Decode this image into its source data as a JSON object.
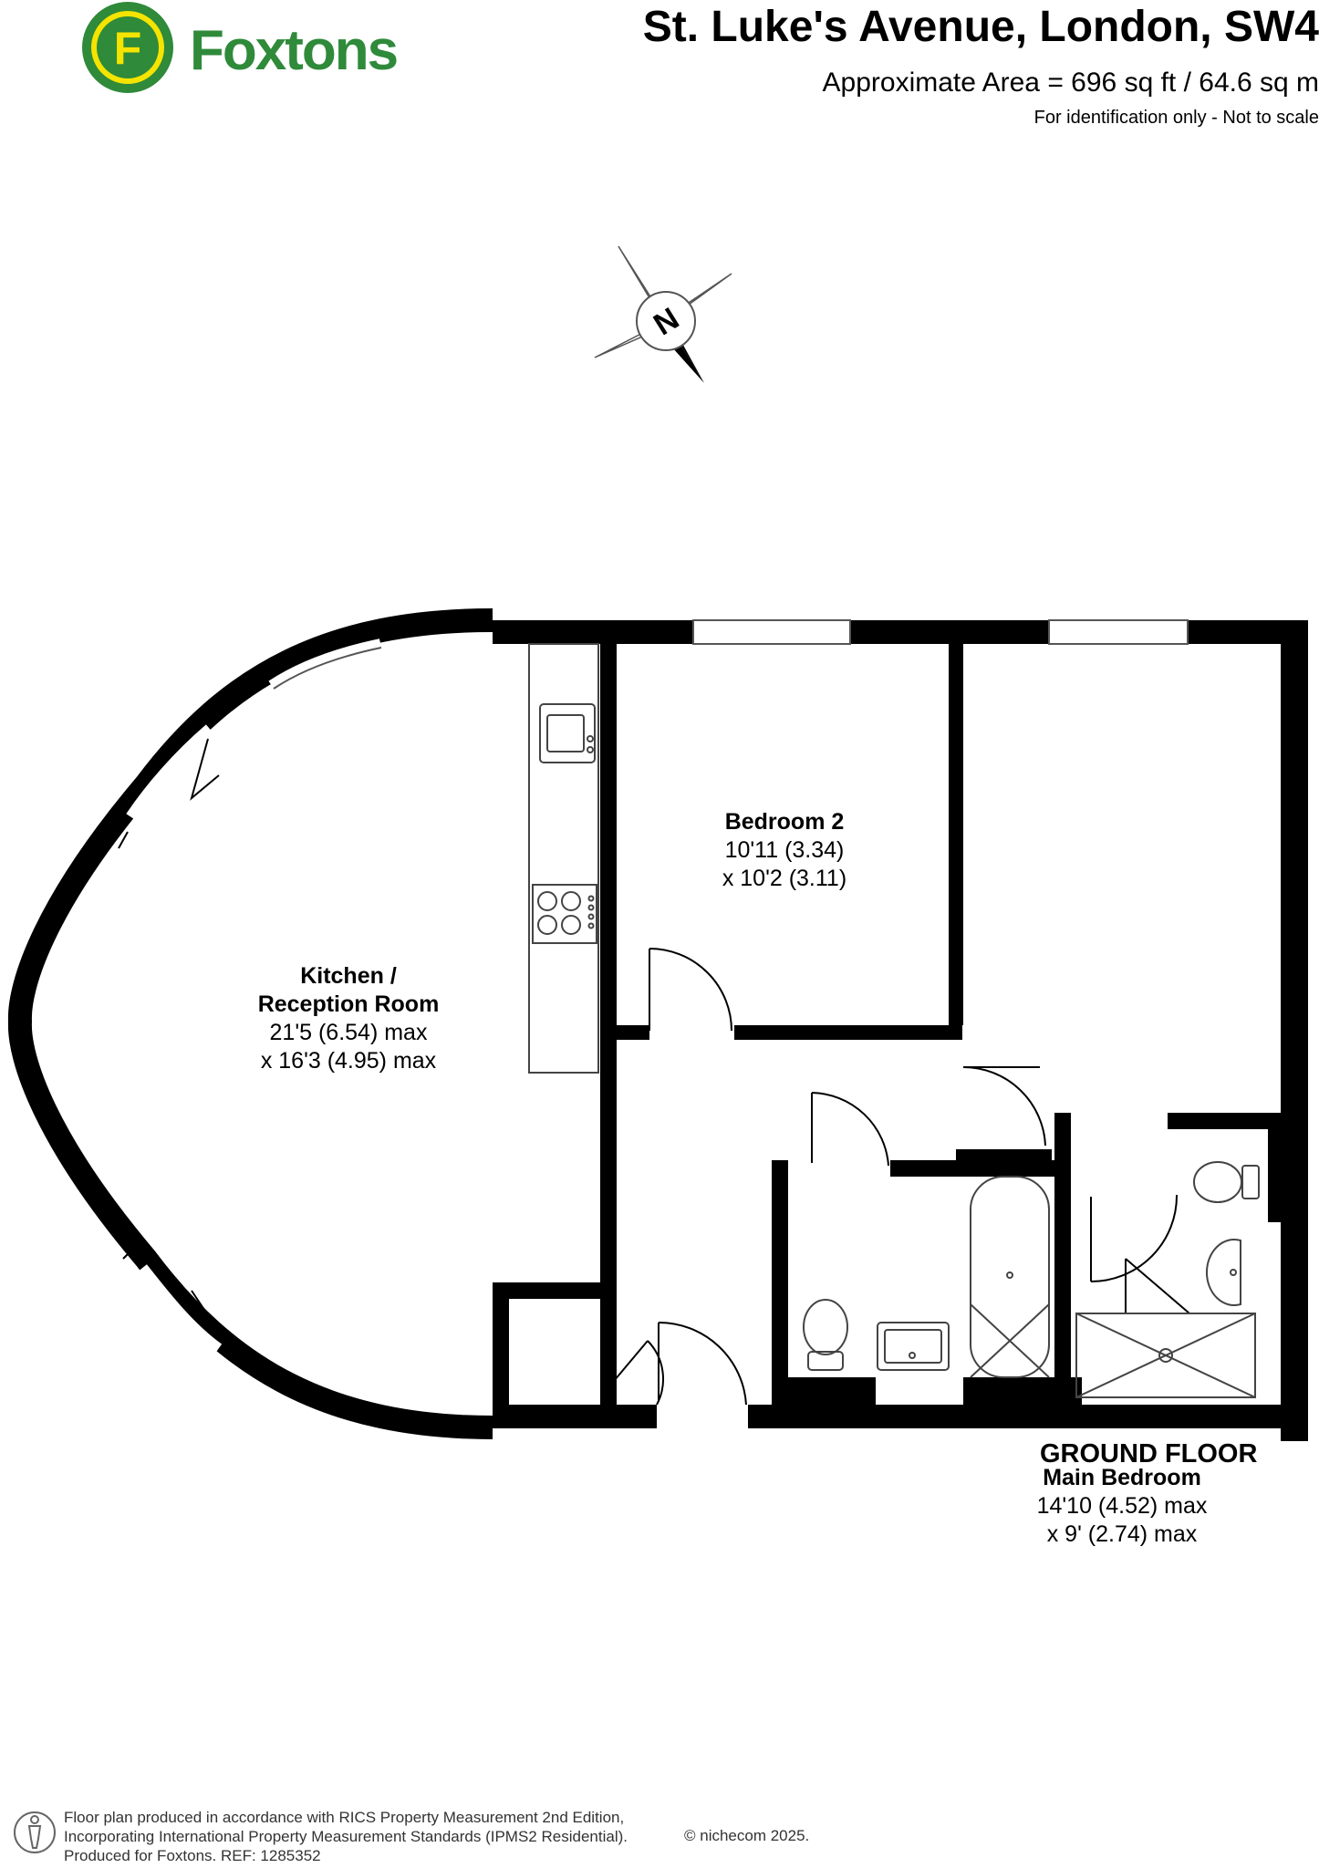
{
  "brand": {
    "name": "Foxtons",
    "emblem_letter": "F",
    "color_green": "#2f8a3a",
    "color_yellow": "#f5e400"
  },
  "header": {
    "title": "St. Luke's Avenue, London, SW4",
    "area": "Approximate Area = 696 sq ft / 64.6 sq m",
    "disclaimer": "For identification only - Not to scale"
  },
  "compass": {
    "label": "N",
    "icon": "compass-rose-icon"
  },
  "rooms": [
    {
      "name": "Kitchen /",
      "name2": "Reception Room",
      "dim1": "21'5 (6.54) max",
      "dim2": "x 16'3 (4.95) max"
    },
    {
      "name": "Bedroom 2",
      "dim1": "10'11 (3.34)",
      "dim2": "x 10'2 (3.11)"
    },
    {
      "name": "Main Bedroom",
      "dim1": "14'10 (4.52) max",
      "dim2": "x 9' (2.74) max"
    }
  ],
  "floor": {
    "label": "GROUND FLOOR"
  },
  "footer": {
    "line1": "Floor plan produced in accordance with RICS Property Measurement 2nd Edition,",
    "line2": "Incorporating International Property Measurement Standards (IPMS2 Residential).",
    "line3": "Produced for Foxtons.   REF: 1285352",
    "copyright": "© nichecom 2025."
  },
  "colors": {
    "wall": "#000000",
    "fixture_stroke": "#444444",
    "background": "#ffffff"
  }
}
